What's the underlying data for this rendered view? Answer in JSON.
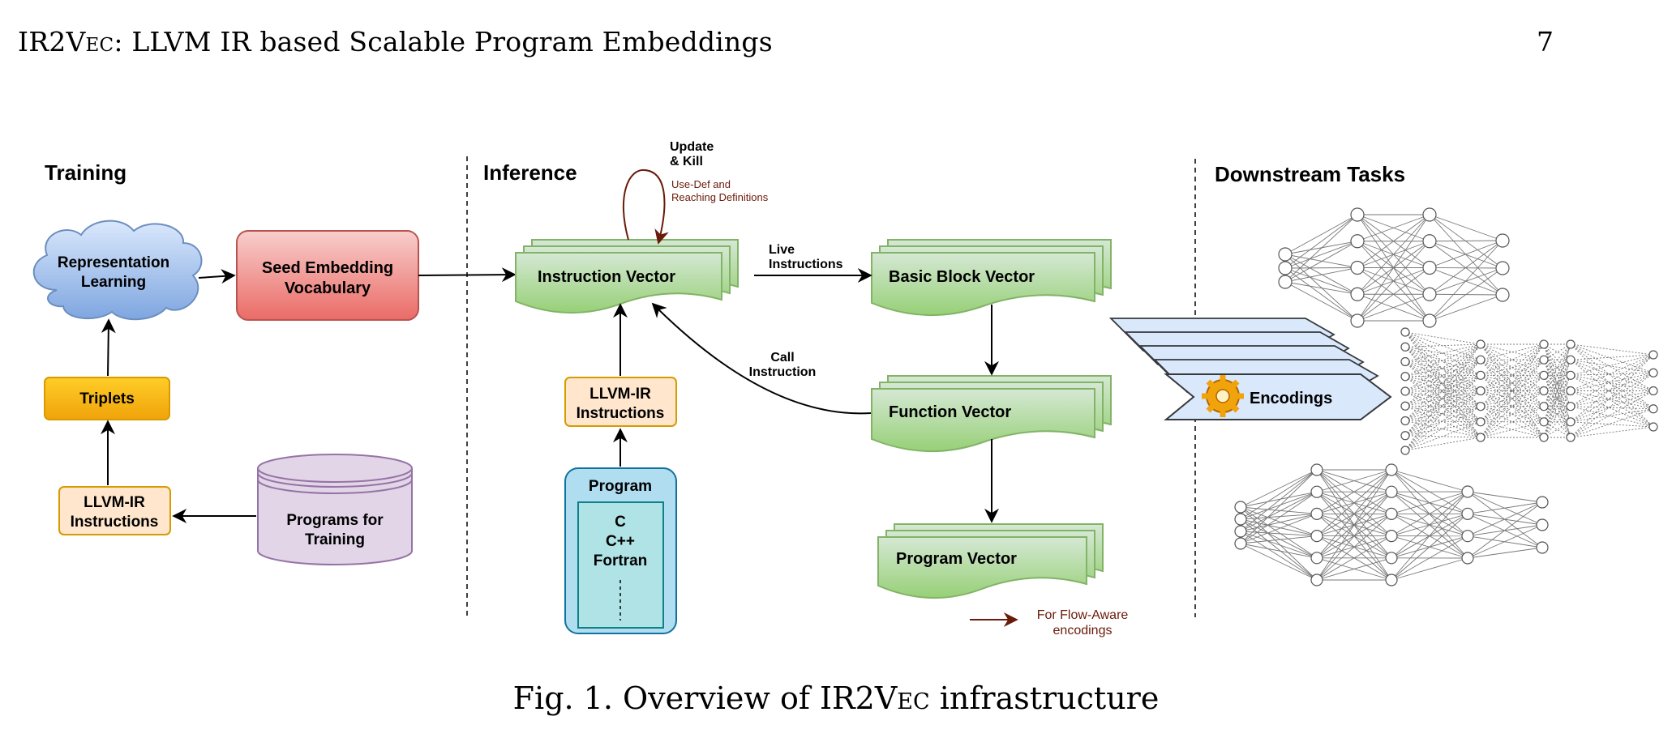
{
  "header": {
    "title_prefix": "IR2V",
    "title_sc": "ec",
    "title_rest": ": LLVM IR based Scalable Program Embeddings",
    "page_number": "7"
  },
  "sections": {
    "training": "Training",
    "inference": "Inference",
    "downstream": "Downstream Tasks"
  },
  "boxes": {
    "representation_learning": [
      "Representation",
      "Learning"
    ],
    "seed_embedding": [
      "Seed Embedding",
      "Vocabulary"
    ],
    "triplets": "Triplets",
    "llvm_ir_train": [
      "LLVM-IR",
      "Instructions"
    ],
    "programs_training": [
      "Programs for",
      "Training"
    ],
    "instruction_vector": "Instruction Vector",
    "basic_block_vector": "Basic Block Vector",
    "function_vector": "Function Vector",
    "program_vector": "Program Vector",
    "llvm_ir_infer": [
      "LLVM-IR",
      "Instructions"
    ],
    "program_title": "Program",
    "program_langs": [
      "C",
      "C++",
      "Fortran"
    ],
    "encodings": "Encodings"
  },
  "edge_labels": {
    "update_kill": [
      "Update",
      "& Kill"
    ],
    "use_def": [
      "Use-Def and",
      "Reaching Definitions"
    ],
    "live_instructions": [
      "Live",
      "Instructions"
    ],
    "call_instruction": [
      "Call",
      "Instruction"
    ]
  },
  "legend": {
    "flow_aware": [
      "For Flow-Aware",
      "encodings"
    ]
  },
  "colors": {
    "cloud_fill": "#8fb0e0",
    "seed_fill": "#e07a7a",
    "triplets_fill": "#f5b731",
    "ir_fill": "#fde4c4",
    "db_fill": "#e1d5e7",
    "green_fill": "#a6d385",
    "program_fill": "#b1dce9",
    "encoding_fill": "#cfe2f8",
    "flow_aware": "#6a1a0a"
  },
  "caption": {
    "prefix": "Fig. 1.  Overview of IR2V",
    "sc": "ec",
    "suffix": " infrastructure"
  }
}
